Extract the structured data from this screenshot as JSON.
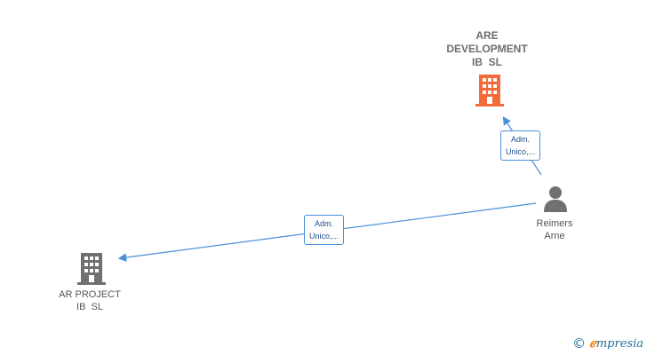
{
  "nodes": {
    "are_development": {
      "lines": [
        "ARE",
        "DEVELOPMENT",
        "IB  SL"
      ],
      "icon": "building-icon",
      "color": "#f26b3a"
    },
    "ar_project": {
      "lines": [
        "AR PROJECT",
        "IB  SL"
      ],
      "icon": "building-icon",
      "color": "#707070"
    },
    "reimers_arne": {
      "lines": [
        "Reimers",
        "Arne"
      ],
      "icon": "person-icon",
      "color": "#707070"
    }
  },
  "edges": [
    {
      "from": "reimers_arne",
      "to": "are_development",
      "label": [
        "Adm.",
        "Unico,..."
      ]
    },
    {
      "from": "reimers_arne",
      "to": "ar_project",
      "label": [
        "Adm.",
        "Unico,..."
      ]
    }
  ],
  "colors": {
    "edge": "#4a90d9"
  },
  "footer": {
    "copyright": "©",
    "brand_first": "ℯ",
    "brand_rest": "mpresia"
  }
}
